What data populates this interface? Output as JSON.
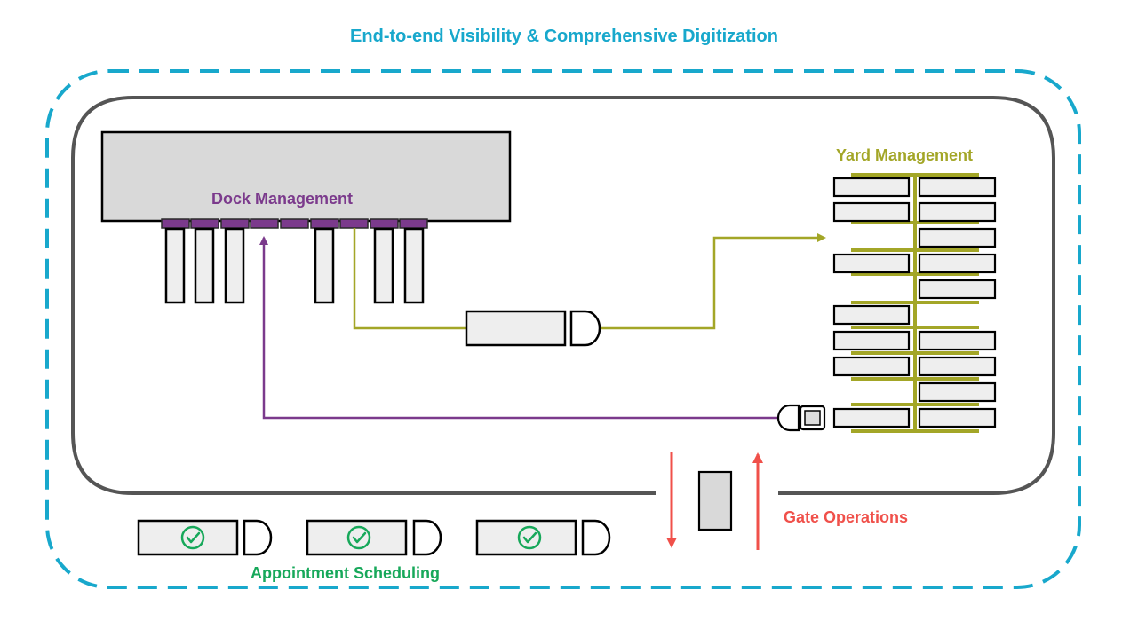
{
  "title": "End-to-end Visibility & Comprehensive Digitization",
  "labels": {
    "dock": "Dock Management",
    "yard": "Yard Management",
    "gate": "Gate Operations",
    "appointment": "Appointment Scheduling"
  },
  "colors": {
    "title": "#18a8cc",
    "outer_border": "#18a8cc",
    "facility_border": "#555555",
    "dock": "#7b3a8c",
    "yard": "#a3a627",
    "gate": "#f0504a",
    "appointment": "#17a85a",
    "building_fill": "#d9d9d9",
    "trailer_fill": "#eeeeee"
  },
  "icons": {
    "appointment_check": "check-circle-icon",
    "trailer": "trailer-icon",
    "tractor": "tractor-icon"
  }
}
